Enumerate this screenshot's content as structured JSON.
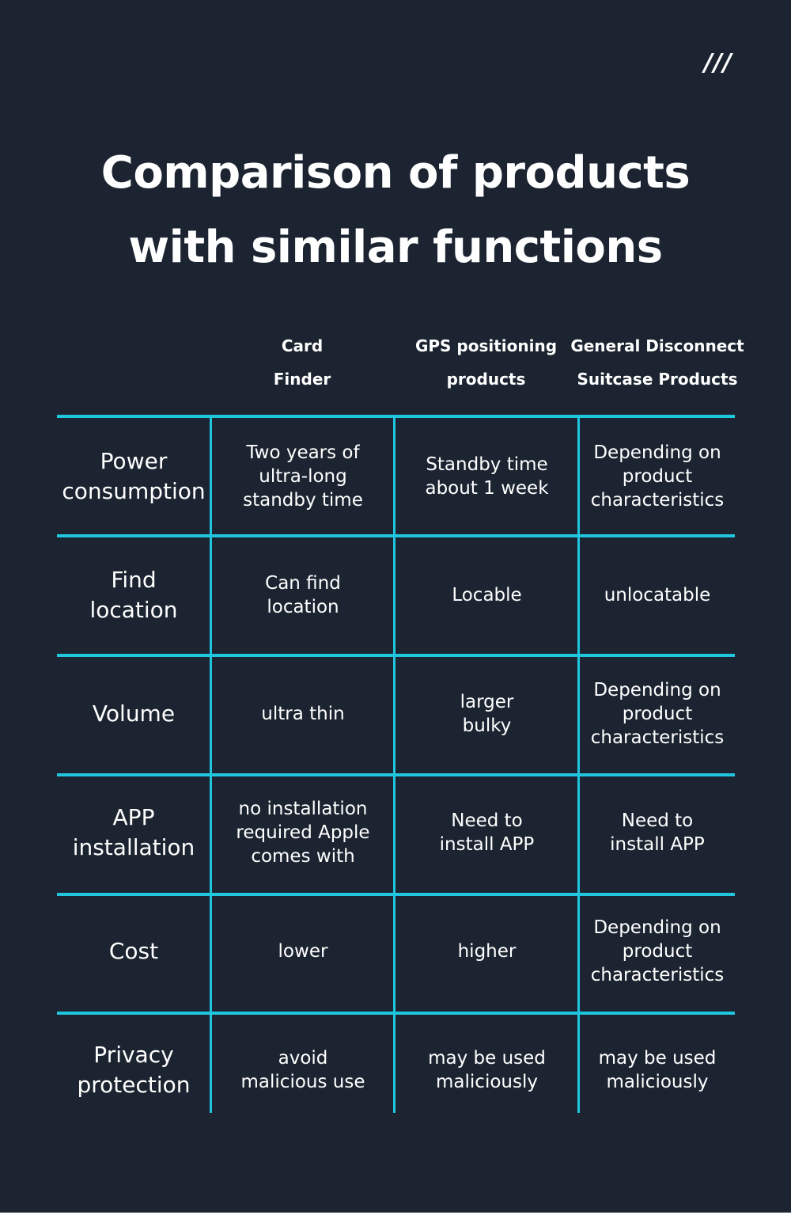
{
  "header": {
    "deco": "///",
    "title_line1": "Comparison of products",
    "title_line2": "with similar functions"
  },
  "columns": [
    {
      "line1": "Card",
      "line2": "Finder"
    },
    {
      "line1": "GPS positioning",
      "line2": "products"
    },
    {
      "line1": "General Disconnect",
      "line2": "Suitcase Products"
    }
  ],
  "rows": [
    {
      "label": [
        "Power",
        "consumption"
      ],
      "values": [
        [
          "Two years of",
          "ultra-long",
          "standby time"
        ],
        [
          "Standby time",
          "about 1 week"
        ],
        [
          "Depending on",
          "product",
          "characteristics"
        ]
      ]
    },
    {
      "label": [
        "Find",
        "location"
      ],
      "values": [
        [
          "Can find",
          "location"
        ],
        [
          "Locable"
        ],
        [
          "unlocatable"
        ]
      ]
    },
    {
      "label": [
        "Volume"
      ],
      "values": [
        [
          "ultra thin"
        ],
        [
          "larger",
          "bulky"
        ],
        [
          "Depending on",
          "product",
          "characteristics"
        ]
      ]
    },
    {
      "label": [
        "APP",
        "installation"
      ],
      "values": [
        [
          "no installation",
          "required Apple",
          "comes with"
        ],
        [
          "Need to",
          "install APP"
        ],
        [
          "Need to",
          "install APP"
        ]
      ]
    },
    {
      "label": [
        "Cost"
      ],
      "values": [
        [
          "lower"
        ],
        [
          "higher"
        ],
        [
          "Depending on",
          "product",
          "characteristics"
        ]
      ]
    },
    {
      "label": [
        "Privacy",
        "protection"
      ],
      "values": [
        [
          "avoid",
          "malicious use"
        ],
        [
          "may be used",
          "maliciously"
        ],
        [
          "may be used",
          "maliciously"
        ]
      ]
    }
  ],
  "colors": {
    "background": "#1b2430",
    "accent": "#20c6de",
    "text": "#ffffff"
  }
}
